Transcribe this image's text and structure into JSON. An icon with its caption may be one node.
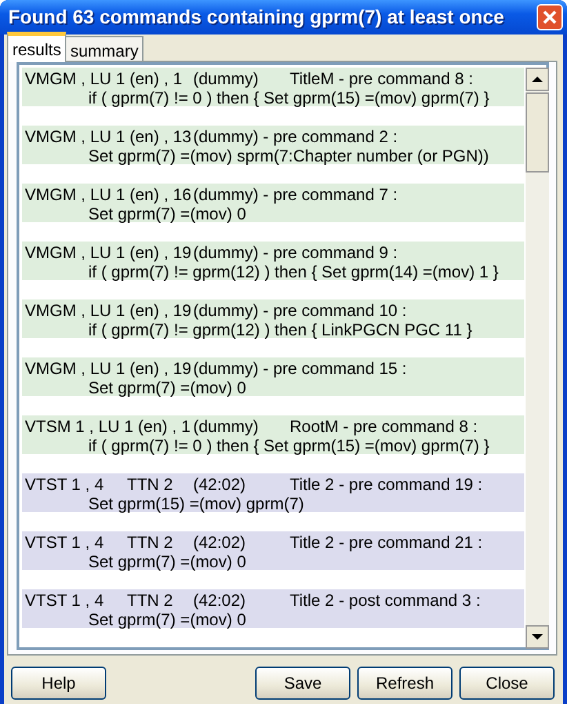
{
  "diagram": {
    "title": "Found 63 commands containing gprm(7) at least once",
    "nodes": [
      {
        "text": [
          "VMGM , LU 1 (en) , 1",
          "(dummy)",
          "TitleM - pre command 8 :",
          "if ( gprm(7) != 0 ) then { Set gprm(15) =(mov) gprm(7) }"
        ]
      },
      {
        "text": [
          "VMGM , LU 1 (en) , 13",
          "(dummy) - pre command 2 :",
          "Set gprm(7) =(mov) sprm(7:Chapter number (or PGN))"
        ]
      },
      {
        "text": [
          "VMGM , LU 1 (en) , 16",
          "(dummy) - pre command 7 :",
          "Set gprm(7) =(mov) 0"
        ]
      },
      {
        "text": [
          "VMGM , LU 1 (en) , 19",
          "(dummy) - pre command 9 :",
          "if ( gprm(7) != gprm(12) ) then { Set gprm(14) =(mov) 1 }"
        ]
      },
      {
        "text": [
          "VMGM , LU 1 (en) , 19",
          "(dummy) - pre command 10 :",
          "if ( gprm(7) != gprm(12) ) then { LinkPGCN PGC 11 }"
        ]
      },
      {
        "text": [
          "VMGM , LU 1 (en) , 19",
          "(dummy) - pre command 15 :",
          "Set gprm(7) =(mov) 0"
        ]
      },
      {
        "text": [
          "VTSM 1 , LU 1 (en) , 1",
          "(dummy)",
          "RootM - pre command 8 :",
          "if ( gprm(7) != 0 ) then { Set gprm(15) =(mov) gprm(7) }"
        ]
      },
      {
        "text": [
          "VTST 1 , 4",
          "TTN 2",
          "(42:02)",
          "Title 2 - pre command 19 :",
          "Set gprm(15) =(mov) gprm(7)"
        ]
      },
      {
        "text": [
          "VTST 1 , 4",
          "TTN 2",
          "(42:02)",
          "Title 2 - pre command 21 :",
          "Set gprm(7) =(mov) 0"
        ]
      },
      {
        "text": [
          "VTST 1 , 4",
          "TTN 2",
          "(42:02)",
          "Title 2 - post command 3 :",
          "Set gprm(7) =(mov) 0"
        ]
      }
    ],
    "labels": [
      "results",
      "summary",
      "Help",
      "Save",
      "Refresh",
      "Close"
    ]
  }
}
